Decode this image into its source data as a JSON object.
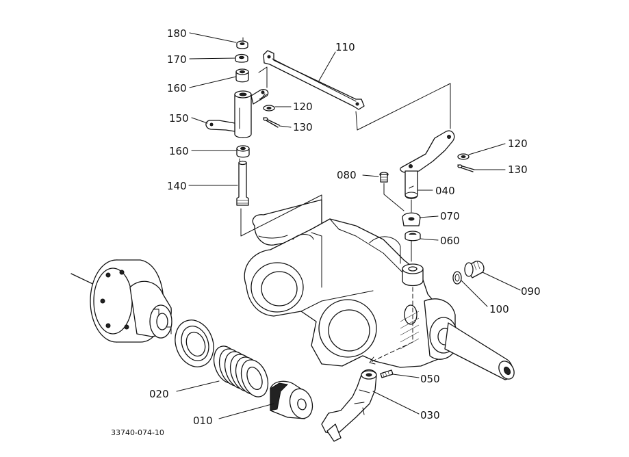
{
  "diagram": {
    "reference_code": "33740-074-10",
    "callouts": [
      "180",
      "170",
      "160",
      "150",
      "160",
      "140",
      "110",
      "120",
      "130",
      "120",
      "130",
      "080",
      "040",
      "070",
      "060",
      "090",
      "100",
      "050",
      "030",
      "020",
      "010"
    ]
  }
}
